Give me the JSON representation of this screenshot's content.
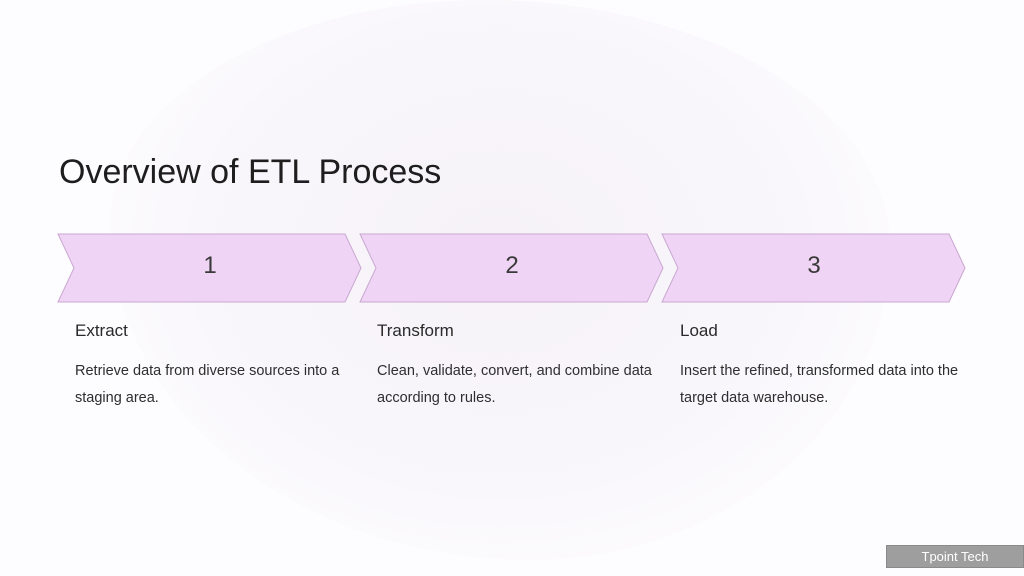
{
  "slide": {
    "title": "Overview of ETL Process"
  },
  "process": {
    "accent_fill": "#f0d4f5",
    "accent_stroke": "#c9a7d1",
    "steps": [
      {
        "number": "1",
        "title": "Extract",
        "description": "Retrieve data from diverse sources into a staging area."
      },
      {
        "number": "2",
        "title": "Transform",
        "description": "Clean, validate, convert, and combine data according to rules."
      },
      {
        "number": "3",
        "title": "Load",
        "description": "Insert the refined, transformed data into the target data warehouse."
      }
    ]
  },
  "watermark": {
    "text": "Tpoint Tech"
  }
}
